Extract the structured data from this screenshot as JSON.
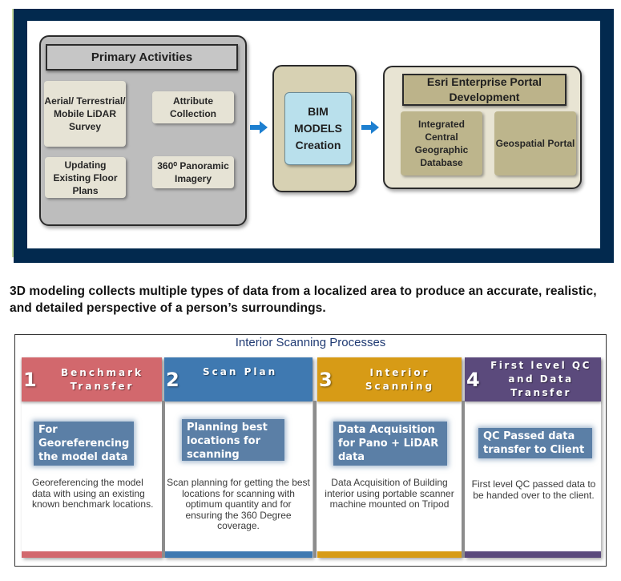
{
  "top_diagram": {
    "primary_activities": {
      "title": "Primary Activities",
      "items": [
        {
          "label": "Aerial/ Terrestrial/ Mobile LiDAR Survey"
        },
        {
          "label": "Attribute Collection"
        },
        {
          "label": "Updating Existing Floor Plans"
        },
        {
          "label": "360⁰ Panoramic Imagery"
        }
      ]
    },
    "arrow_icon": "right-arrow-icon",
    "bim": {
      "label": "BIM MODELS Creation"
    },
    "esri": {
      "title": "Esri Enterprise Portal Development",
      "items": [
        {
          "label": "Integrated Central Geographic Database"
        },
        {
          "label": "Geospatial Portal"
        }
      ]
    },
    "colors": {
      "frame": "#02294e",
      "arrow": "#1d7fd0",
      "bim_fill": "#b9e0ec",
      "olive": "#bdb58c"
    }
  },
  "description": "3D modeling collects multiple types of data from a localized area to produce an accurate, realistic, and detailed perspective of a person’s surroundings.",
  "processes": {
    "title": "Interior Scanning Processes",
    "steps": [
      {
        "number": "1",
        "title": "Benchmark Transfer",
        "callout": "For Georeferencing the model data",
        "body": "Georeferencing the model data with using an existing known benchmark locations.",
        "color": "#d2686d"
      },
      {
        "number": "2",
        "title": "Scan Plan",
        "callout": "Planning best locations for scanning",
        "body": "Scan planning for getting the best locations for scanning with optimum quantity and for ensuring the 360 Degree coverage.",
        "color": "#3f79b1"
      },
      {
        "number": "3",
        "title": "Interior Scanning",
        "callout": "Data Acquisition for Pano + LiDAR data",
        "body": "Data Acquisition of Building interior using portable scanner machine mounted on Tripod",
        "color": "#d79b16"
      },
      {
        "number": "4",
        "title": "First level QC and Data Transfer",
        "callout": "QC Passed data transfer to Client",
        "body": "First level QC passed data to be handed over to the client.",
        "color": "#5b4a7c"
      }
    ]
  }
}
